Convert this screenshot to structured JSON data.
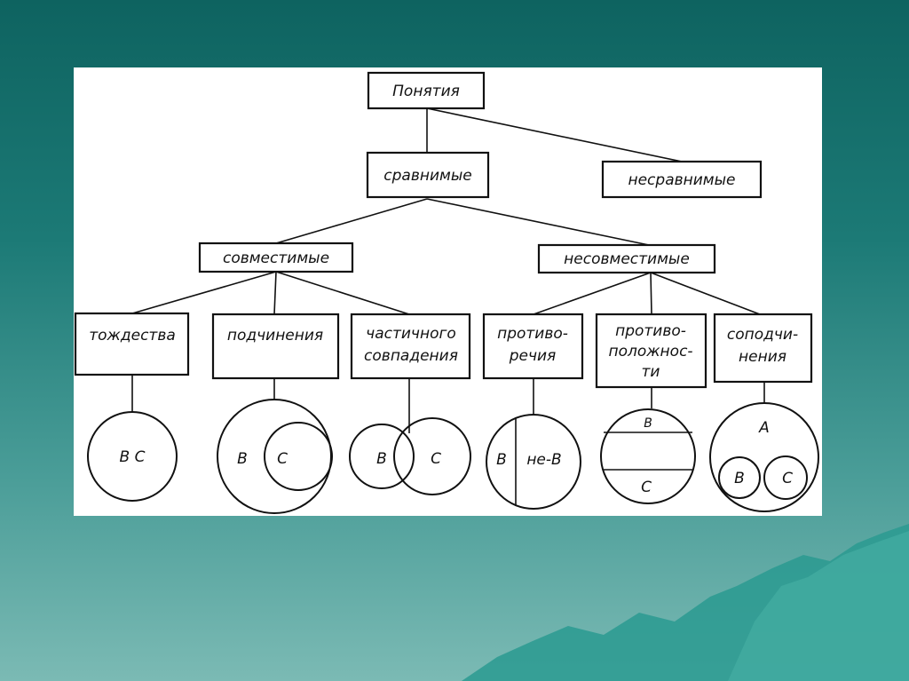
{
  "theme": {
    "background_top": "#0e6360",
    "background_bottom": "#7bbab4",
    "mountain_color": "#2a9a90",
    "panel_color": "#ffffff",
    "ink_color": "#111111"
  },
  "diagram": {
    "root": "Понятия",
    "level1": {
      "comparable": "сравнимые",
      "incomparable": "несравнимые"
    },
    "level2": {
      "compatible": "совместимые",
      "incompatible": "несовместимые"
    },
    "relations": {
      "identity": "тождества",
      "subordination": "подчинения",
      "partial_line1": "частичного",
      "partial_line2": "совпадения",
      "contradiction_line1": "противо-",
      "contradiction_line2": "речия",
      "opposition_line1": "противо-",
      "opposition_line2": "положнос-",
      "opposition_line3": "ти",
      "cosubordination_line1": "соподчи-",
      "cosubordination_line2": "нения"
    },
    "circles": {
      "identity": "B C",
      "subordination_outer": "B",
      "subordination_inner": "C",
      "partial_left": "B",
      "partial_right": "C",
      "contradiction_left": "B",
      "contradiction_right": "не-B",
      "opposition_top": "B",
      "opposition_bottom": "C",
      "cosub_top": "A",
      "cosub_left": "B",
      "cosub_right": "C"
    }
  }
}
